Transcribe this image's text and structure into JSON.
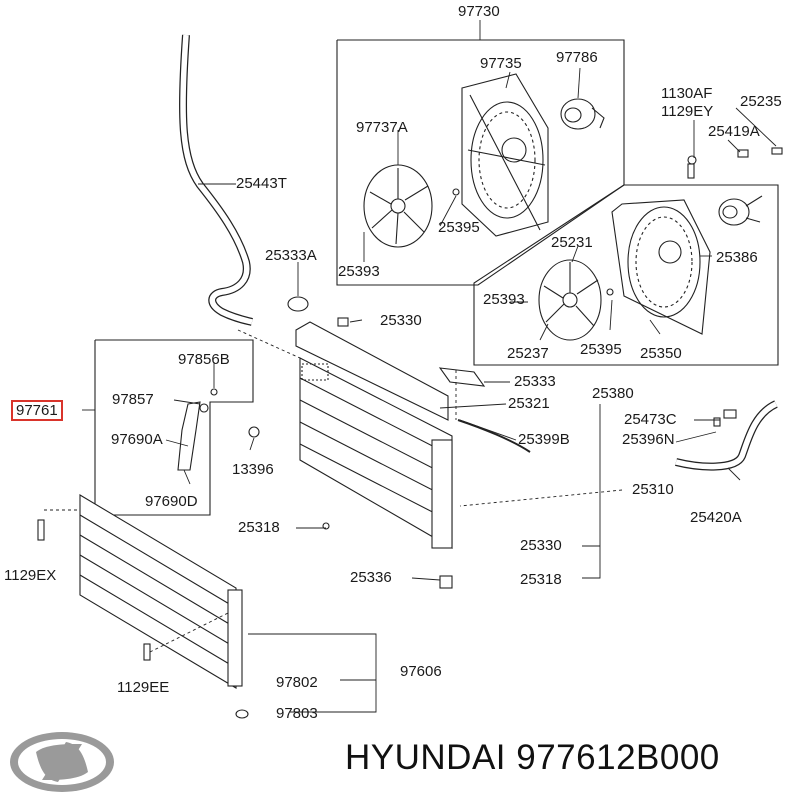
{
  "diagram": {
    "brand_text": "HYUNDAI 977612B000",
    "highlight_color": "#d9342b",
    "logo": "hyundai-logo",
    "labels": {
      "p97730": "97730",
      "p97735": "97735",
      "p97786": "97786",
      "p97737A": "97737A",
      "p25395a": "25395",
      "p25393a": "25393",
      "p1130AF": "1130AF",
      "p1129EY": "1129EY",
      "p25235": "25235",
      "p25419A": "25419A",
      "p25443T": "25443T",
      "p25333A": "25333A",
      "p25231": "25231",
      "p25386": "25386",
      "p25393b": "25393",
      "p25237": "25237",
      "p25395b": "25395",
      "p25350": "25350",
      "p25330a": "25330",
      "p25380": "25380",
      "p97856B": "97856B",
      "p97857": "97857",
      "p97761": "97761",
      "p97690A": "97690A",
      "p13396": "13396",
      "p97690D": "97690D",
      "p25333": "25333",
      "p25321": "25321",
      "p25473C": "25473C",
      "p25396N": "25396N",
      "p25399B": "25399B",
      "p25310": "25310",
      "p25420A": "25420A",
      "p25318a": "25318",
      "p25330b": "25330",
      "p25336": "25336",
      "p25318b": "25318",
      "p1129EX": "1129EX",
      "p1129EE": "1129EE",
      "p97802": "97802",
      "p97606": "97606",
      "p97803": "97803"
    }
  }
}
